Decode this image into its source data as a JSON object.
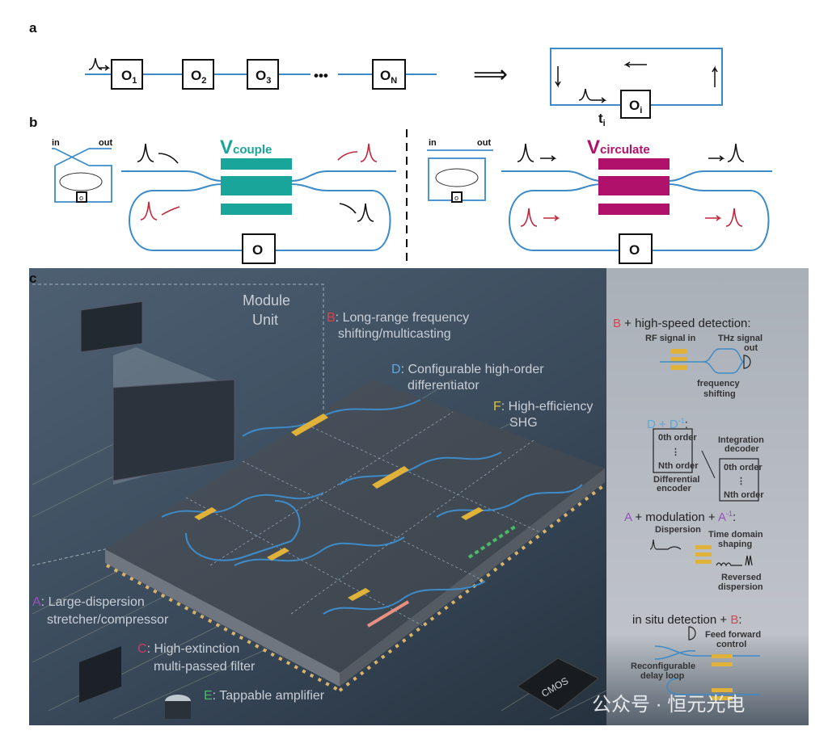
{
  "panels": {
    "a": {
      "label": "a",
      "chain": [
        "O1",
        "O2",
        "O3",
        "•••",
        "ON"
      ],
      "chain_subscripts": [
        "1",
        "2",
        "3",
        "",
        "N"
      ],
      "implies": "⟹",
      "loop_box": "O",
      "loop_box_sub": "i",
      "loop_time": "t",
      "loop_time_sub": "i"
    },
    "b": {
      "label": "b",
      "left": {
        "in": "in",
        "out": "out",
        "voltage": "V",
        "voltage_sub": "couple",
        "box": "O",
        "small_box": "o",
        "color": "#1aa59a"
      },
      "right": {
        "in": "in",
        "out": "out",
        "voltage": "V",
        "voltage_sub": "circulate",
        "box": "O",
        "small_box": "o",
        "color": "#b0116b"
      }
    },
    "c": {
      "label": "c",
      "module_unit": [
        "Module",
        "Unit"
      ],
      "labels": {
        "B": {
          "letter": "B",
          "text": ": Long-range frequency",
          "text2": "shifting/multicasting",
          "color": "#d8454f"
        },
        "D": {
          "letter": "D",
          "text": ": Configurable high-order",
          "text2": "differentiator",
          "color": "#5aa8e0"
        },
        "F": {
          "letter": "F",
          "text": ": High-efficiency",
          "text2": "SHG",
          "color": "#d8c23a"
        },
        "A": {
          "letter": "A",
          "text": ": Large-dispersion",
          "text2": "stretcher/compressor",
          "color": "#9a4fc0"
        },
        "C": {
          "letter": "C",
          "text": ": High-extinction",
          "text2": "multi-passed filter",
          "color": "#d03a66"
        },
        "E": {
          "letter": "E",
          "text": ": Tappable amplifier",
          "color": "#4bb86a"
        }
      },
      "chip_label": "CMOS",
      "side": {
        "s1": {
          "head_letter": "B",
          "head": " + high-speed detection:",
          "rf": "RF signal in",
          "thz1": "THz signal",
          "thz2": "out",
          "fs1": "frequency",
          "fs2": "shifting"
        },
        "s2": {
          "head": "D + D",
          "head_sup": "-1",
          "head_end": ":",
          "order0": "0th order",
          "vdots": "⋮",
          "orderN": "Nth order",
          "enc1": "Differential",
          "enc2": "encoder",
          "dec1": "Integration",
          "dec2": "decoder"
        },
        "s3": {
          "head_a": "A",
          "head_mid": " + modulation + ",
          "head_b": "A",
          "head_sup": "-1",
          "head_end": ":",
          "disp": "Dispersion",
          "tds1": "Time domain",
          "tds2": "shaping",
          "rev1": "Reversed",
          "rev2": "dispersion"
        },
        "s4": {
          "head": "in situ detection + ",
          "head_letter": "B",
          "head_end": ":",
          "ff1": "Feed forward",
          "ff2": "control",
          "dl1": "Reconfigurable",
          "dl2": "delay loop"
        }
      },
      "watermark": "公众号 · 恒元光电"
    }
  },
  "colors": {
    "waveguide": "#3d8bc9",
    "teal": "#1aa59a",
    "magenta": "#b0116b",
    "gold": "#e1b23a"
  }
}
